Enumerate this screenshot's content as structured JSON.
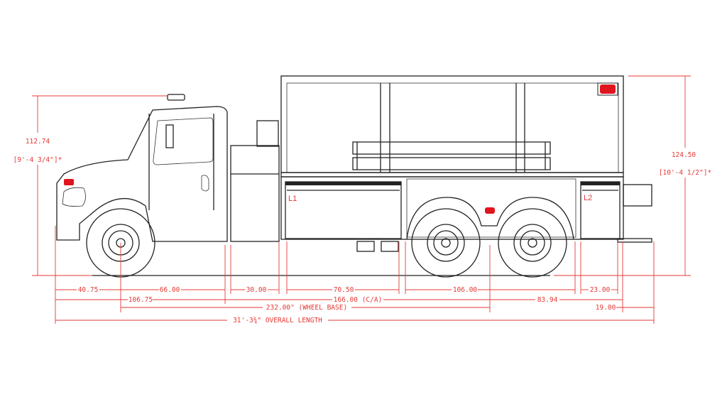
{
  "drawing": {
    "colors": {
      "line": "#222222",
      "dimension": "#e53935",
      "light": "#e0141e"
    },
    "compartments": [
      {
        "label": "L1"
      },
      {
        "label": "L2"
      }
    ],
    "vertical_dims": {
      "cab_height": {
        "value": "112.74",
        "imperial": "[9'-4 3/4\"]*"
      },
      "body_height": {
        "value": "124.50",
        "imperial": "[10'-4 1/2\"]*"
      }
    },
    "horizontal_dims": {
      "row1": [
        "40.75",
        "66.00",
        "30.00",
        "70.50",
        "106.00",
        "23.00"
      ],
      "row2": [
        "106.75",
        "166.00 (C/A)",
        "83.94"
      ],
      "row3": [
        "232.00\" (WHEEL BASE)",
        "19.00"
      ],
      "overall": "31'-3¾\" OVERALL LENGTH"
    }
  }
}
